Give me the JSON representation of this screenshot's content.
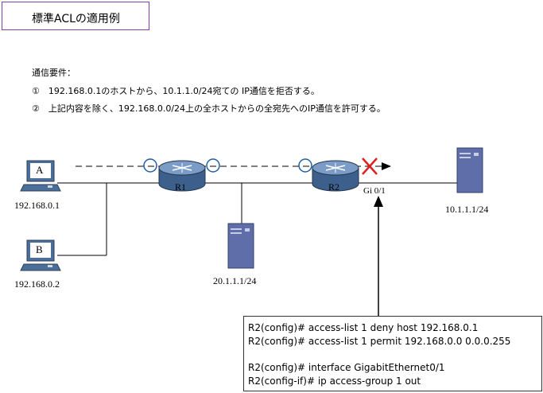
{
  "title": "標準ACLの適用例",
  "requirements": {
    "heading": "通信要件：",
    "items": [
      "①　192.168.0.1のホストから、10.1.1.0/24宛ての IP通信を拒否する。",
      "②　上記内容を除く、192.168.0.0/24上の全ホストからの全宛先へのIP通信を許可する。"
    ]
  },
  "devices": {
    "pc_a": {
      "label": "A",
      "ip": "192.168.0.1"
    },
    "pc_b": {
      "label": "B",
      "ip": "192.168.0.2"
    },
    "r1": {
      "label": "R1"
    },
    "r2": {
      "label": "R2",
      "interface": "Gi 0/1"
    },
    "server_mid": {
      "ip": "20.1.1.1/24"
    },
    "server_right": {
      "ip": "10.1.1.1/24"
    }
  },
  "config": {
    "lines": [
      "R2(config)# access-list 1 deny host 192.168.0.1",
      "R2(config)# access-list 1 permit 192.168.0.0 0.0.0.255",
      "",
      "R2(config)# interface GigabitEthernet0/1",
      "R2(config-if)# ip access-group 1 out"
    ]
  },
  "colors": {
    "title_border": "#7e3fa8",
    "router": "#3d5f8c",
    "server": "#5f6ea8",
    "circle": "#1f5fa8",
    "deny_cross": "#e02020"
  }
}
